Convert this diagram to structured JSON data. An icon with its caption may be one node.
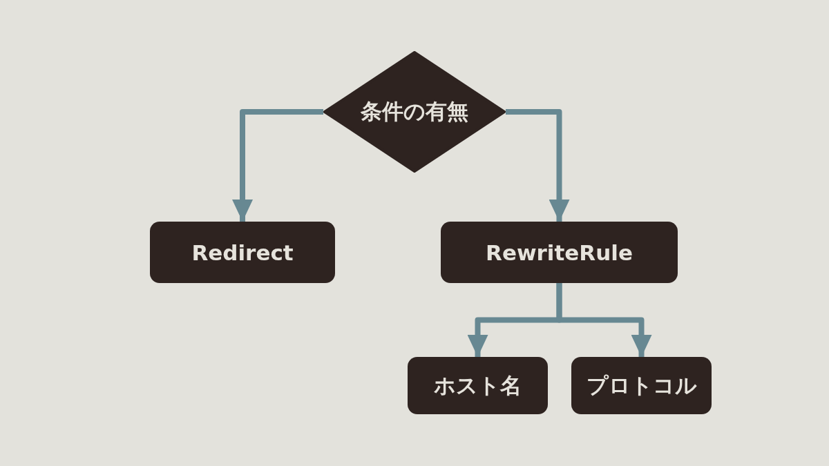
{
  "diagram": {
    "nodes": [
      {
        "text": [
          "条件の有無"
        ]
      },
      {
        "text": [
          "Redirect"
        ]
      },
      {
        "text": [
          "RewriteRule"
        ]
      },
      {
        "text": [
          "ホスト名"
        ]
      },
      {
        "text": [
          "プロトコル"
        ]
      }
    ],
    "edges": [
      {
        "from": 0,
        "to": 1,
        "arrow": "to"
      },
      {
        "from": 0,
        "to": 2,
        "arrow": "to"
      },
      {
        "from": 2,
        "to": 3,
        "arrow": "to"
      },
      {
        "from": 2,
        "to": 4,
        "arrow": "to"
      }
    ]
  }
}
